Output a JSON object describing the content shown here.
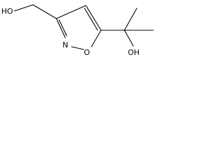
{
  "molecule": {
    "labels": {
      "hydroxymethyl_oh": "HO",
      "ring_nitrogen": "N",
      "ring_oxygen": "O",
      "tertiary_alcohol_oh": "OH"
    }
  }
}
